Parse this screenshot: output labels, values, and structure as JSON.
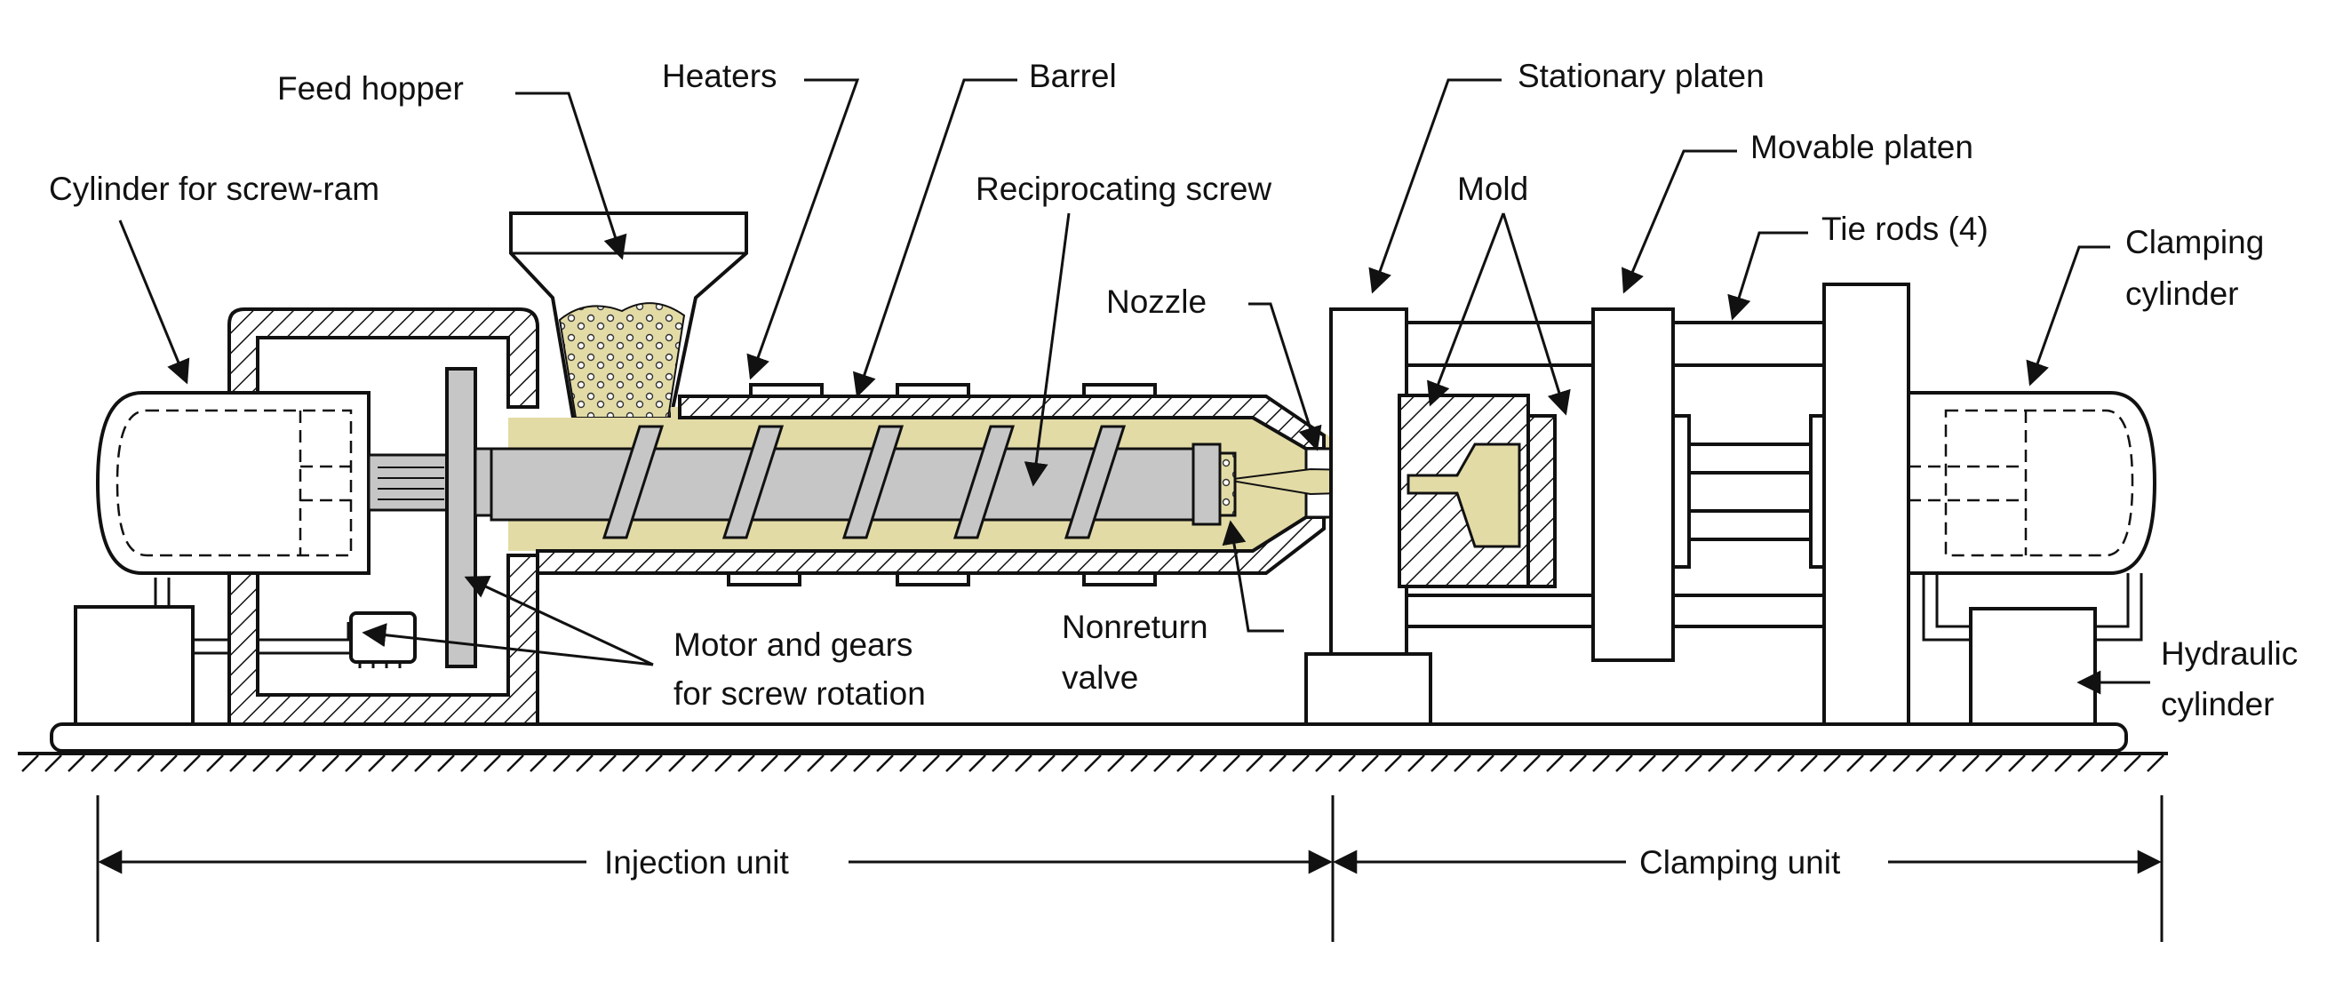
{
  "labels": {
    "feed_hopper": "Feed hopper",
    "heaters": "Heaters",
    "barrel": "Barrel",
    "stationary_platen": "Stationary platen",
    "movable_platen": "Movable platen",
    "cylinder_screw_ram": "Cylinder for screw-ram",
    "reciprocating_screw": "Reciprocating screw",
    "mold": "Mold",
    "tie_rods": "Tie rods (4)",
    "clamping_cylinder_1": "Clamping",
    "clamping_cylinder_2": "cylinder",
    "nozzle": "Nozzle",
    "nonreturn_valve_1": "Nonreturn",
    "nonreturn_valve_2": "valve",
    "motor_gears_1": "Motor and gears",
    "motor_gears_2": "for screw rotation",
    "hydraulic_cylinder_1": "Hydraulic",
    "hydraulic_cylinder_2": "cylinder",
    "injection_unit": "Injection unit",
    "clamping_unit": "Clamping unit"
  },
  "colors": {
    "line": "#111111",
    "plastic": "#e3dba6",
    "screw": "#c6c6c6",
    "background": "#ffffff"
  }
}
